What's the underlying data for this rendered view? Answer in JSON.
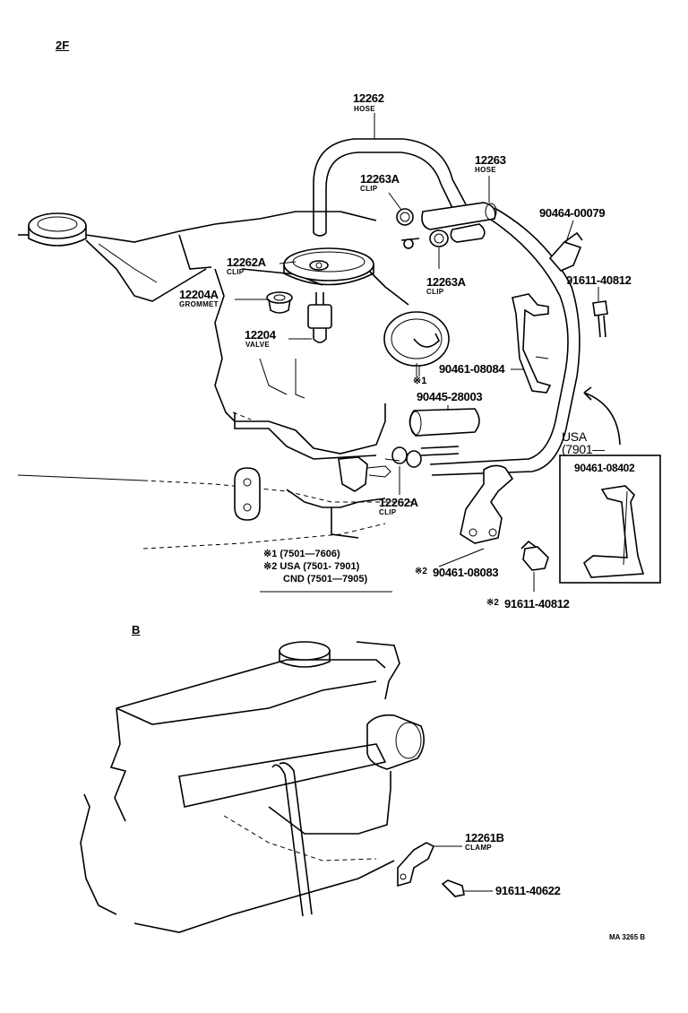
{
  "sections": {
    "top": "2F",
    "bottom": "B"
  },
  "parts": {
    "p12262": {
      "number": "12262",
      "name": "HOSE"
    },
    "p12263": {
      "number": "12263",
      "name": "HOSE"
    },
    "p12263A_top": {
      "number": "12263A",
      "name": "CLIP"
    },
    "p12263A_bottom": {
      "number": "12263A",
      "name": "CLIP"
    },
    "p12262A_top": {
      "number": "12262A",
      "name": "CLIP"
    },
    "p12262A_bottom": {
      "number": "12262A",
      "name": "CLIP"
    },
    "p12204A": {
      "number": "12204A",
      "name": "GROMMET"
    },
    "p12204": {
      "number": "12204",
      "name": "VALVE"
    },
    "p90464": {
      "number": "90464-00079"
    },
    "p91611_top": {
      "number": "91611-40812"
    },
    "p90461_08084": {
      "number": "90461-08084"
    },
    "p90445": {
      "number": "90445-28003"
    },
    "p90461_08402": {
      "number": "90461-08402"
    },
    "p90461_08083": {
      "number": "90461-08083",
      "mark": "※2"
    },
    "p91611_mark2": {
      "number": "91611-40812",
      "mark": "※2"
    },
    "p12261B": {
      "number": "12261B",
      "name": "CLAMP"
    },
    "p91611_40622": {
      "number": "91611-40622"
    }
  },
  "markers": {
    "star1": "※1"
  },
  "usa_box": {
    "line1": "USA",
    "line2": "(7901—"
  },
  "notes": [
    "※1 (7501—7606)",
    "※2 USA (7501- 7901)",
    "CND (7501—7905)"
  ],
  "figure_id": "MA 3265 B"
}
